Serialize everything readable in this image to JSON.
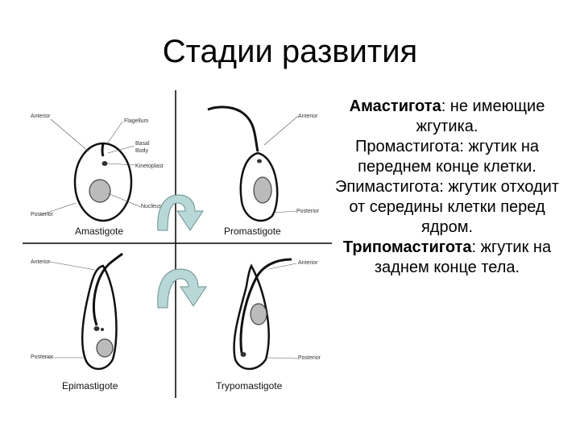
{
  "slide": {
    "title": "Стадии развития"
  },
  "diagram": {
    "stages": {
      "amastigote": "Amastigote",
      "promastigote": "Promastigote",
      "epimastigote": "Epimastigote",
      "trypomastigote": "Trypomastigote"
    },
    "parts": {
      "anterior": "Anterior",
      "posterior": "Posterior",
      "flagellum": "Flagellum",
      "basal_body": "Basal",
      "basal_body_2": "Body",
      "kinetoplast": "Kinetoplast",
      "nucleus": "Nucleus"
    },
    "colors": {
      "arrow_fill": "#b8d8d8",
      "arrow_stroke": "#6a8f8f"
    }
  },
  "description": {
    "amastigote_term": "Амастигота",
    "amastigote_text": ": не имеющие жгутика.",
    "promastigote": "Промастигота: жгутик на переднем конце клетки.",
    "epimastigote": "Эпимастигота: жгутик отходит от середины клетки перед ядром.",
    "trypomastigote_term": "Трипомастигота",
    "trypomastigote_text": ": жгутик на заднем конце тела."
  }
}
